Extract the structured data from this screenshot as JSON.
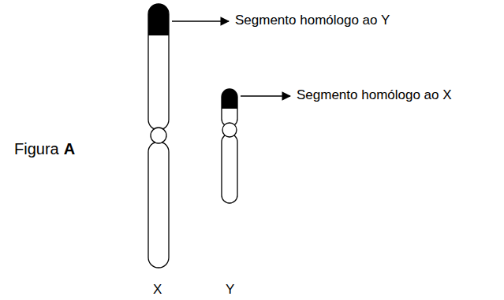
{
  "diagram": {
    "labels": [
      "Segmento homólogo ao Y",
      "Segmento homólogo ao X",
      "Figura",
      "A",
      "X",
      "Y"
    ]
  }
}
